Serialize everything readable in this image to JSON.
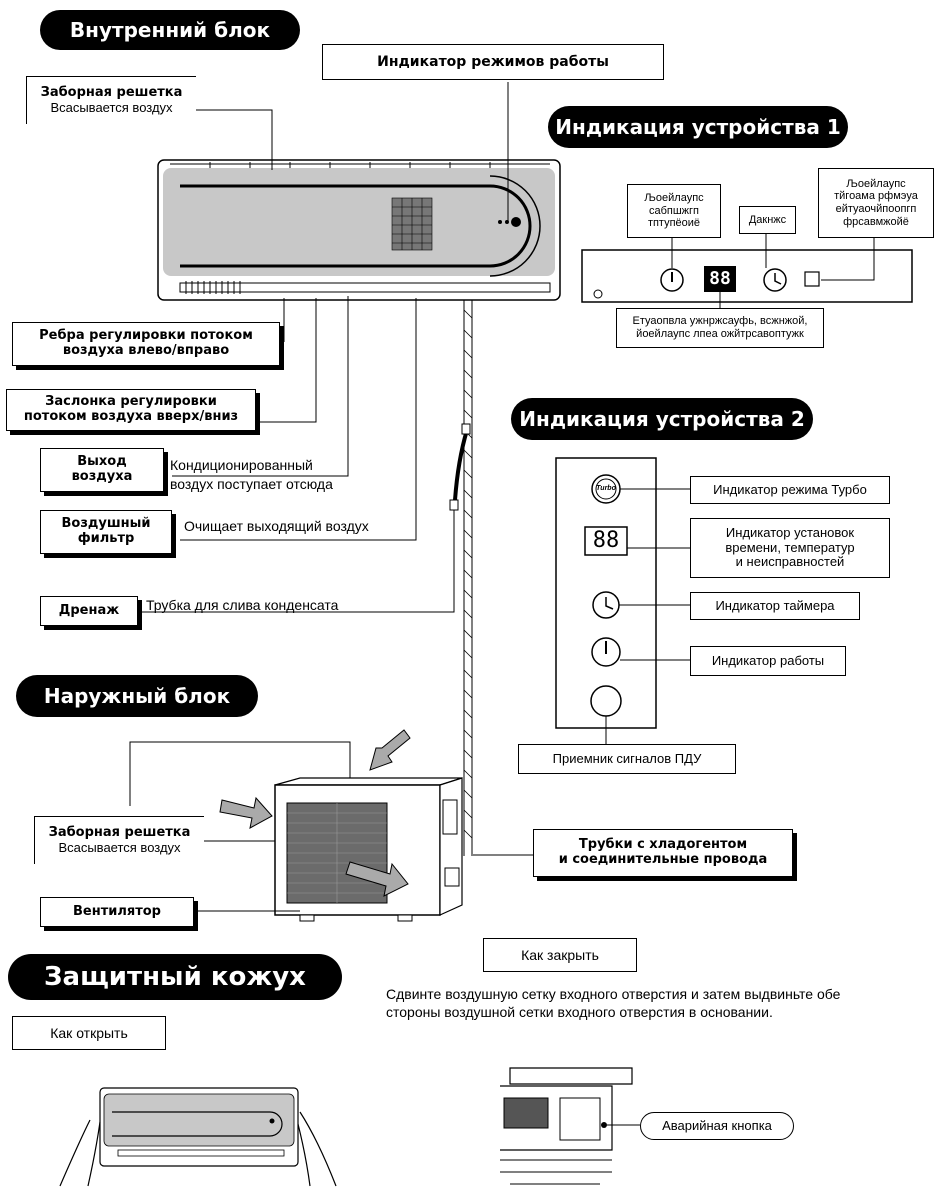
{
  "headers": {
    "indoor": "Внутренний блок",
    "outdoor": "Наружный блок",
    "cover": "Защитный кожух",
    "display1": "Индикация устройства 1",
    "display2": "Индикация устройства 2"
  },
  "indoor": {
    "mode_indicator": "Индикатор режимов работы",
    "intake_grille_title": "Заборная решетка",
    "intake_grille_text": "Всасывается воздух",
    "louvers_line1": "Ребра регулировки потоком",
    "louvers_line2": "воздуха влево/вправо",
    "flap_line1": "Заслонка регулировки",
    "flap_line2": "потоком воздуха вверх/вниз",
    "outlet_line1": "Выход",
    "outlet_line2": "воздуха",
    "outlet_text1": "Кондиционированный",
    "outlet_text2": "воздух поступает отсюда",
    "filter_line1": "Воздушный",
    "filter_line2": "фильтр",
    "filter_text": "Очищает выходящий воздух",
    "drain_title": "Дренаж",
    "drain_text": "Трубка для слива конденсата"
  },
  "display1": {
    "label_left": [
      "Љоейлаупс",
      "сабпшжгп",
      "тптупёоиё"
    ],
    "label_timer": "Дакнжс",
    "label_right": [
      "Љоейлаупс",
      "тйгоама рфмэуа",
      "ейтуаочйпоопгп",
      "фрсавмжойё"
    ],
    "label_bottom": [
      "Етуаопвла ужнржсауфь, всжнжой,",
      "йоейлаупс лпеа ожйтрсавоптужк"
    ],
    "digits": "88"
  },
  "display2": {
    "turbo": "Индикатор режима Турбо",
    "digits_line1": "Индикатор установок",
    "digits_line2": "времени, температур",
    "digits_line3": "и неисправностей",
    "timer": "Индикатор таймера",
    "power": "Индикатор работы",
    "receiver": "Приемник сигналов ПДУ",
    "digits": "88",
    "turbo_icon_text": "Turbo"
  },
  "outdoor": {
    "intake_title": "Заборная решетка",
    "intake_text": "Всасывается воздух",
    "fan": "Вентилятор",
    "pipes_line1": "Трубки с хладогентом",
    "pipes_line2": "и соединительные провода"
  },
  "cover": {
    "how_close": "Как закрыть",
    "close_text_line1": "Сдвинте воздушную сетку входного отверстия и затем выдвиньте обе",
    "close_text_line2": "стороны воздушной сетки входного отверстия в основании.",
    "how_open": "Как открыть",
    "emergency_button": "Аварийная кнопка"
  },
  "colors": {
    "panel": "#c8c8c8",
    "ink": "#000000",
    "paper": "#ffffff"
  }
}
